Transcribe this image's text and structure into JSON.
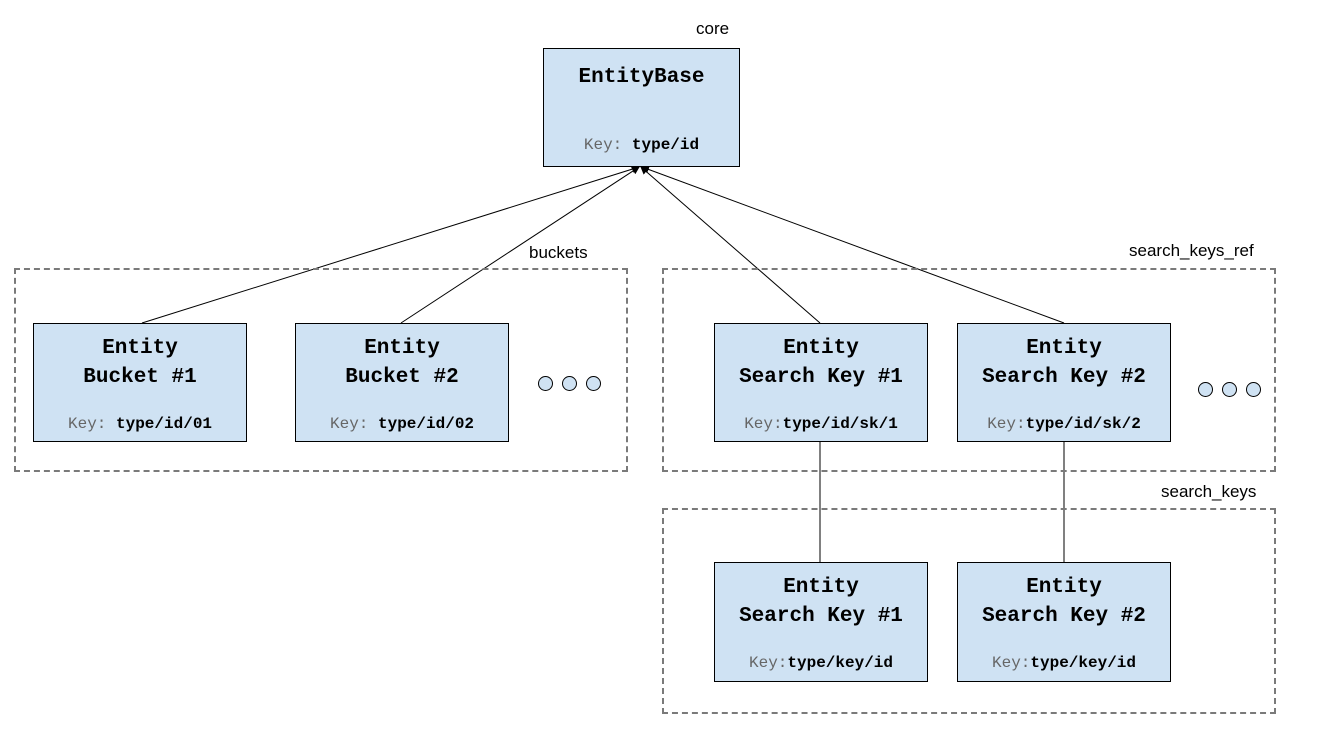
{
  "groups": {
    "core": {
      "label": "core"
    },
    "buckets": {
      "label": "buckets"
    },
    "search_keys_ref": {
      "label": "search_keys_ref"
    },
    "search_keys": {
      "label": "search_keys"
    }
  },
  "nodes": {
    "entity_base": {
      "title": "EntityBase",
      "key_label": "Key:",
      "key_value": "type/id"
    },
    "bucket_1": {
      "title": "Entity\nBucket #1",
      "key_label": "Key:",
      "key_value": "type/id/01"
    },
    "bucket_2": {
      "title": "Entity\nBucket #2",
      "key_label": "Key:",
      "key_value": "type/id/02"
    },
    "sk_ref_1": {
      "title": "Entity\nSearch Key #1",
      "key_label": "Key:",
      "key_value": "type/id/sk/1"
    },
    "sk_ref_2": {
      "title": "Entity\nSearch Key #2",
      "key_label": "Key:",
      "key_value": "type/id/sk/2"
    },
    "sk_1": {
      "title": "Entity\nSearch Key #1",
      "key_label": "Key:",
      "key_value": "type/key/id"
    },
    "sk_2": {
      "title": "Entity\nSearch Key #2",
      "key_label": "Key:",
      "key_value": "type/key/id"
    }
  },
  "colors": {
    "node_fill": "#cfe2f3",
    "group_border": "#7a7a7a",
    "key_label": "#666666"
  }
}
